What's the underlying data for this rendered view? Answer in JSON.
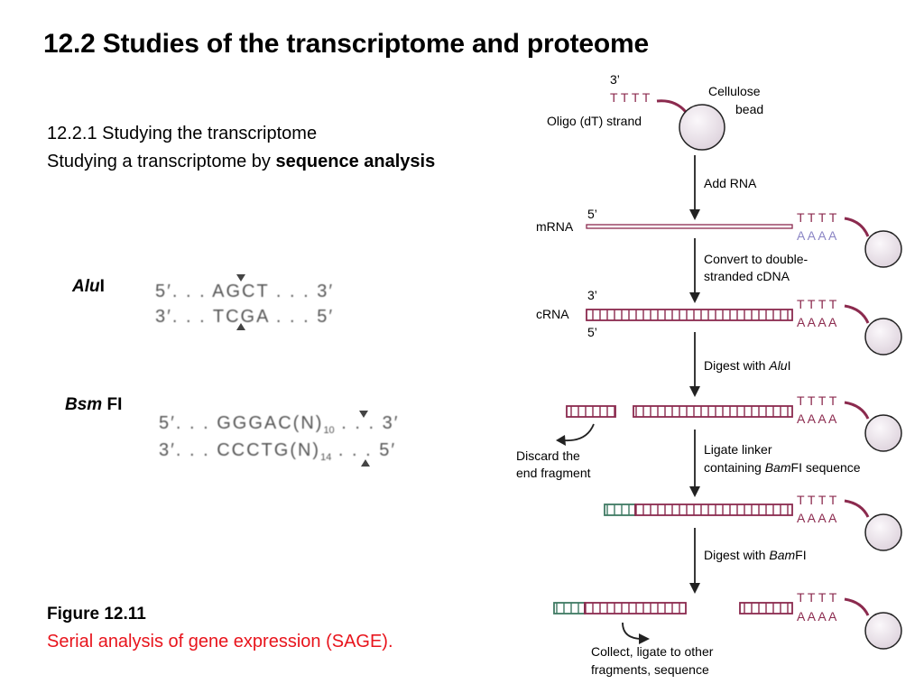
{
  "slide": {
    "title": "12.2 Studies of the transcriptome and proteome",
    "subtitle_line1": "12.2.1 Studying the transcriptome",
    "subtitle_line2_prefix": "Studying a transcriptome by ",
    "subtitle_line2_bold": "sequence analysis",
    "figure_number": "Figure 12.11",
    "figure_caption": "Serial analysis of gene expression (SAGE)."
  },
  "enzymes": {
    "alu": {
      "name_italic": "Alu",
      "name_suffix": "I",
      "top": "5′. . . AGCT . . . 3′",
      "bottom": "3′. . . TCGA . . . 5′"
    },
    "bsm": {
      "name_italic": "Bsm",
      "name_suffix": " FI",
      "top_prefix": "5′. . . GGGAC(N)",
      "top_sub": "10",
      "top_suffix": " . . . 3′",
      "bottom_prefix": "3′. . . CCCTG(N)",
      "bottom_sub": "14",
      "bottom_suffix": " . . . 5′"
    }
  },
  "diagram": {
    "three_prime_top": "3’",
    "tttt": "T T T T",
    "aaaa": "A A A A",
    "oligo_label": "Oligo (dT) strand",
    "bead_label_1": "Cellulose",
    "bead_label_2": "bead",
    "step_add_rna": "Add RNA",
    "mrna_label": "mRNA",
    "five_prime": "5’",
    "three_prime": "3’",
    "step_convert_1": "Convert to double-",
    "step_convert_2": "stranded cDNA",
    "crna_label": "cRNA",
    "step_digest_alu_prefix": "Digest with ",
    "step_digest_alu_italic": "Alu",
    "step_digest_alu_suffix": "I",
    "discard_1": "Discard the",
    "discard_2": "end fragment",
    "step_ligate_1": "Ligate linker",
    "step_ligate_2_prefix": "containing ",
    "step_ligate_2_italic": "Bam",
    "step_ligate_2_suffix": "FI sequence",
    "step_digest_bam_prefix": "Digest with ",
    "step_digest_bam_italic": "Bam",
    "step_digest_bam_suffix": "FI",
    "collect_1": "Collect, ligate to other",
    "collect_2": "fragments, sequence"
  },
  "colors": {
    "strand": "#8b2a4e",
    "aaaa_mrna": "#8a84c4",
    "linker": "#3f7a63",
    "bead_fill": "#ece6ec",
    "caption": "#e8141c"
  }
}
